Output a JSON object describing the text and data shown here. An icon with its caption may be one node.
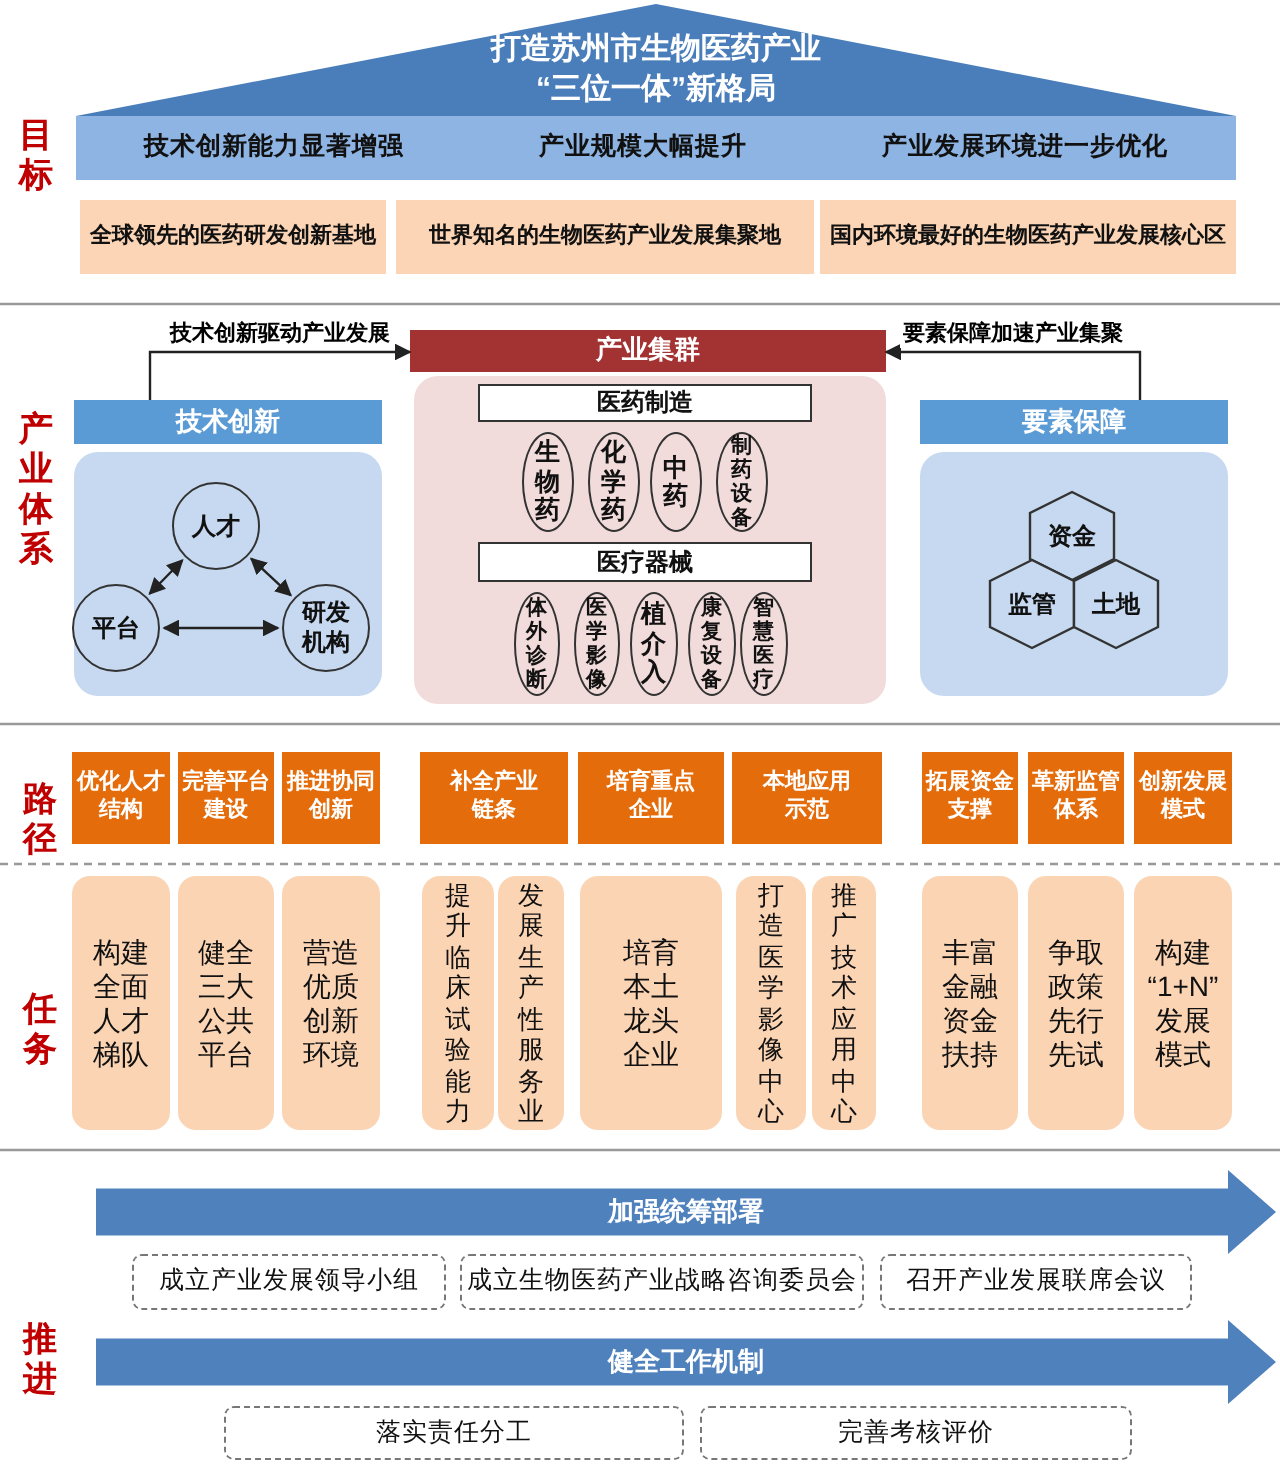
{
  "diagram": {
    "nodes": [
      {
        "text": [
          "打造苏州市生物医药产业“三位一体”新格局"
        ]
      },
      {
        "text": [
          "技术创新能力显著增强",
          "产业规模大幅提升",
          "产业发展环境进一步优化"
        ]
      },
      {
        "text": [
          "全球领先的医药研发创新基地"
        ]
      },
      {
        "text": [
          "世界知名的生物医药产业发展集聚地"
        ]
      },
      {
        "text": [
          "国内环境最好的生物医药产业发展核心区"
        ]
      },
      {
        "text": [
          "技术创新"
        ]
      },
      {
        "text": [],
        "shape": "box"
      },
      {
        "text": [
          "人才"
        ],
        "in": 6
      },
      {
        "text": [
          "平台"
        ],
        "in": 6
      },
      {
        "text": [
          "研发机构"
        ],
        "in": 6
      },
      {
        "text": [
          "产业集群"
        ]
      },
      {
        "text": [],
        "shape": "box"
      },
      {
        "text": [
          "医药制造"
        ],
        "in": 11
      },
      {
        "text": [
          "生物药"
        ],
        "in": 11
      },
      {
        "text": [
          "化学药"
        ],
        "in": 11
      },
      {
        "text": [
          "中药"
        ],
        "in": 11
      },
      {
        "text": [
          "制药设备"
        ],
        "in": 11
      },
      {
        "text": [
          "医疗器械"
        ],
        "in": 11
      },
      {
        "text": [
          "体外诊断"
        ],
        "in": 11
      },
      {
        "text": [
          "医学影像"
        ],
        "in": 11
      },
      {
        "text": [
          "植介入"
        ],
        "in": 11
      },
      {
        "text": [
          "康复设备"
        ],
        "in": 11
      },
      {
        "text": [
          "智慧医疗"
        ],
        "in": 11
      },
      {
        "text": [
          "要素保障"
        ]
      },
      {
        "text": [],
        "shape": "box"
      },
      {
        "text": [
          "资金"
        ],
        "in": 24
      },
      {
        "text": [
          "监管"
        ],
        "in": 24
      },
      {
        "text": [
          "土地"
        ],
        "in": 24
      },
      {
        "text": [
          "优化人才结构"
        ]
      },
      {
        "text": [
          "完善平台建设"
        ]
      },
      {
        "text": [
          "推进协同创新"
        ]
      },
      {
        "text": [
          "补全产业链条"
        ]
      },
      {
        "text": [
          "培育重点企业"
        ]
      },
      {
        "text": [
          "本地应用示范"
        ]
      },
      {
        "text": [
          "拓展资金支撑"
        ]
      },
      {
        "text": [
          "革新监管体系"
        ]
      },
      {
        "text": [
          "创新发展模式"
        ]
      },
      {
        "text": [
          "构建全面人才梯队"
        ]
      },
      {
        "text": [
          "健全三大公共平台"
        ]
      },
      {
        "text": [
          "营造优质创新环境"
        ]
      },
      {
        "text": [
          "提升临床试验能力"
        ]
      },
      {
        "text": [
          "发展生产性服务业"
        ]
      },
      {
        "text": [
          "培育本土龙头企业"
        ]
      },
      {
        "text": [
          "打造医学影像中心"
        ]
      },
      {
        "text": [
          "推广技术应用中心"
        ]
      },
      {
        "text": [
          "丰富金融资金扶持"
        ]
      },
      {
        "text": [
          "争取政策先行先试"
        ]
      },
      {
        "text": [
          "构建“1+N”发展模式"
        ]
      },
      {
        "text": [
          "加强统筹部署"
        ]
      },
      {
        "text": [
          "成立产业发展领导小组"
        ]
      },
      {
        "text": [
          "成立生物医药产业战略咨询委员会"
        ]
      },
      {
        "text": [
          "召开产业发展联席会议"
        ]
      },
      {
        "text": [
          "健全工作机制"
        ]
      },
      {
        "text": [
          "落实责任分工"
        ]
      },
      {
        "text": [
          "完善考核评价"
        ]
      }
    ],
    "edges": [
      {
        "from": 5,
        "to": 10,
        "arrow": "to",
        "label": "技术创新驱动产业发展"
      },
      {
        "from": 23,
        "to": 10,
        "arrow": "to",
        "label": "要素保障加速产业集聚"
      },
      {
        "from": 7,
        "to": 8,
        "arrow": "both"
      },
      {
        "from": 7,
        "to": 9,
        "arrow": "both"
      },
      {
        "from": 8,
        "to": 9,
        "arrow": "both"
      }
    ],
    "labels": [
      "目标",
      "产业体系",
      "路径",
      "任务",
      "推进"
    ]
  }
}
